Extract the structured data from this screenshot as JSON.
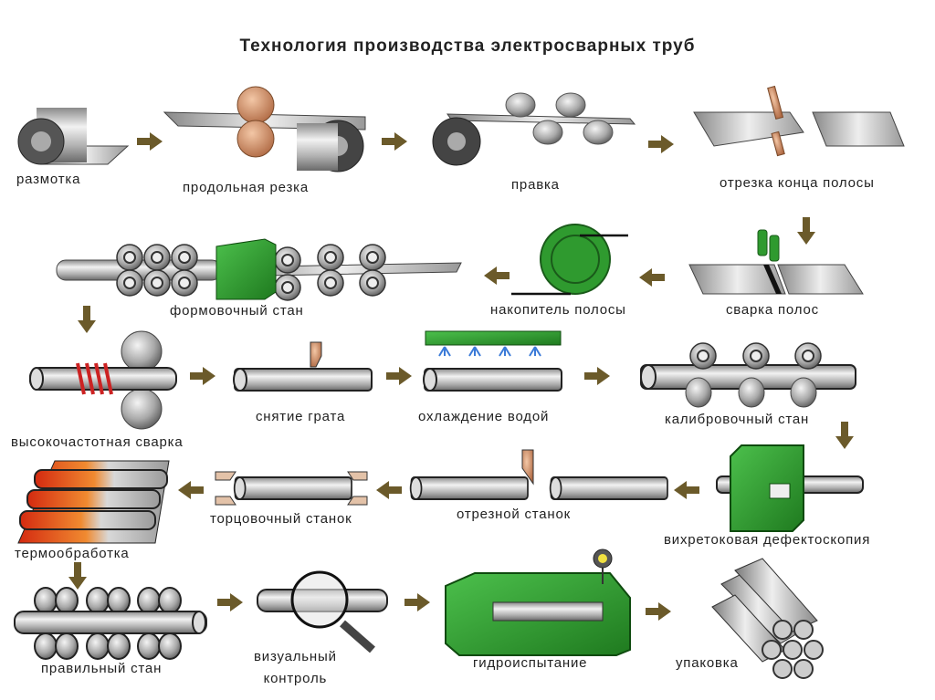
{
  "title": "Технология производства электросварных труб",
  "colors": {
    "arrow": "#6b5a2a",
    "machine_green": "#2f9a2f",
    "steel_gray": "#b8b8b8",
    "copper": "#d9a07a",
    "heat_red": "#d84020",
    "coil_red": "#cc2222",
    "water_blue": "#3a7ad8",
    "text": "#222222"
  },
  "steps": [
    {
      "id": 1,
      "label": "размотка",
      "icon": "uncoiling-icon"
    },
    {
      "id": 2,
      "label": "продольная резка",
      "icon": "slitting-icon"
    },
    {
      "id": 3,
      "label": "правка",
      "icon": "leveling-icon"
    },
    {
      "id": 4,
      "label": "отрезка конца полосы",
      "icon": "strip-end-cut-icon"
    },
    {
      "id": 5,
      "label": "сварка полос",
      "icon": "strip-welding-icon"
    },
    {
      "id": 6,
      "label": "накопитель полосы",
      "icon": "strip-accumulator-icon"
    },
    {
      "id": 7,
      "label": "формовочный стан",
      "icon": "forming-mill-icon"
    },
    {
      "id": 8,
      "label": "высокочастотная сварка",
      "icon": "hf-welding-icon"
    },
    {
      "id": 9,
      "label": "снятие грата",
      "icon": "deburring-icon"
    },
    {
      "id": 10,
      "label": "охлаждение водой",
      "icon": "water-cooling-icon"
    },
    {
      "id": 11,
      "label": "калибровочный стан",
      "icon": "sizing-mill-icon"
    },
    {
      "id": 12,
      "label": "вихретоковая дефектоскопия",
      "icon": "eddy-current-testing-icon"
    },
    {
      "id": 13,
      "label": "отрезной станок",
      "icon": "cutoff-machine-icon"
    },
    {
      "id": 14,
      "label": "торцовочный станок",
      "icon": "end-facing-machine-icon"
    },
    {
      "id": 15,
      "label": "термообработка",
      "icon": "heat-treatment-icon"
    },
    {
      "id": 16,
      "label": "правильный стан",
      "icon": "straightening-mill-icon"
    },
    {
      "id": 17,
      "label": "визуальный контроль",
      "label_lines": [
        "визуальный",
        "контроль"
      ],
      "icon": "visual-inspection-icon"
    },
    {
      "id": 18,
      "label": "гидроиспытание",
      "icon": "hydrotest-icon"
    },
    {
      "id": 19,
      "label": "упаковка",
      "icon": "packing-icon"
    }
  ]
}
